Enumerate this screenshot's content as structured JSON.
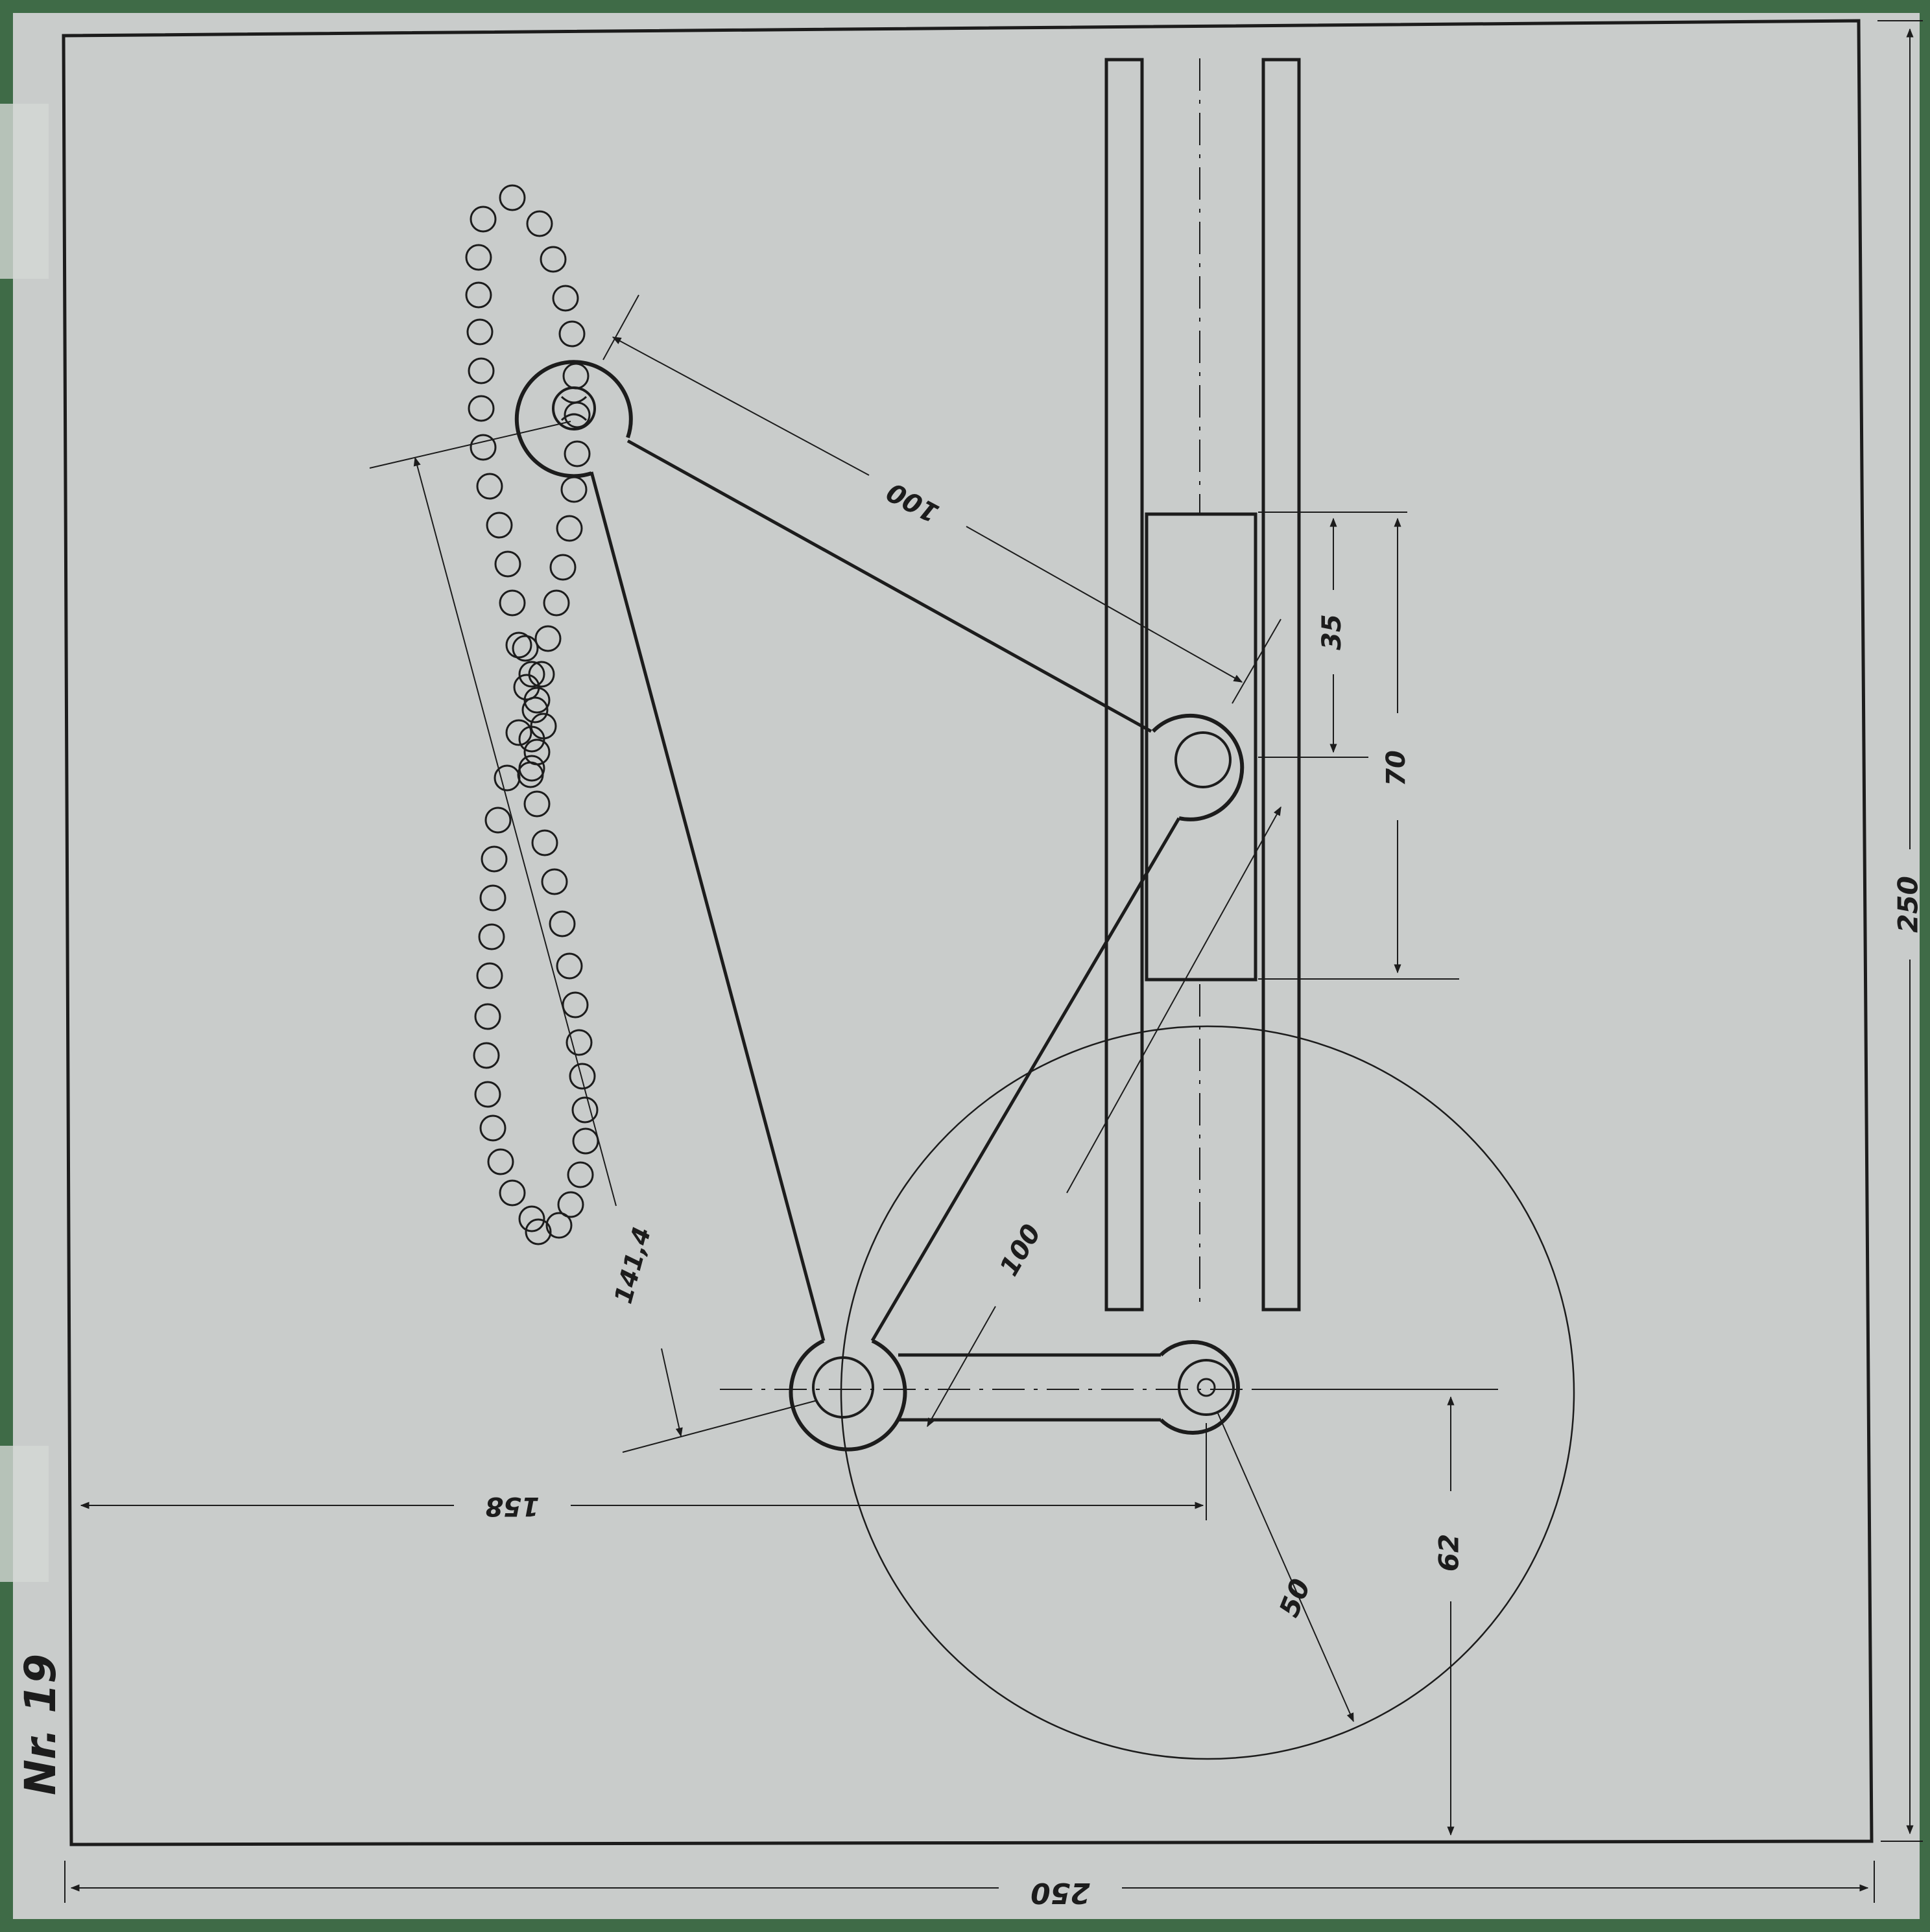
{
  "sheet": {
    "number_label": "Nr. 19",
    "paper_color": "#c9cccb",
    "ink_color": "#1c1c1c",
    "background_color": "#3f6b47"
  },
  "dimensions": {
    "overall_width": "250",
    "overall_height": "250",
    "crank_offset": "158",
    "lower_height": "62",
    "crank_circle_radius": "50",
    "upper_link_length": "100",
    "lower_link_length": "100",
    "slider_to_end_offset": "35",
    "slider_length": "70",
    "coupler_length": "141,4"
  },
  "legend": {}
}
